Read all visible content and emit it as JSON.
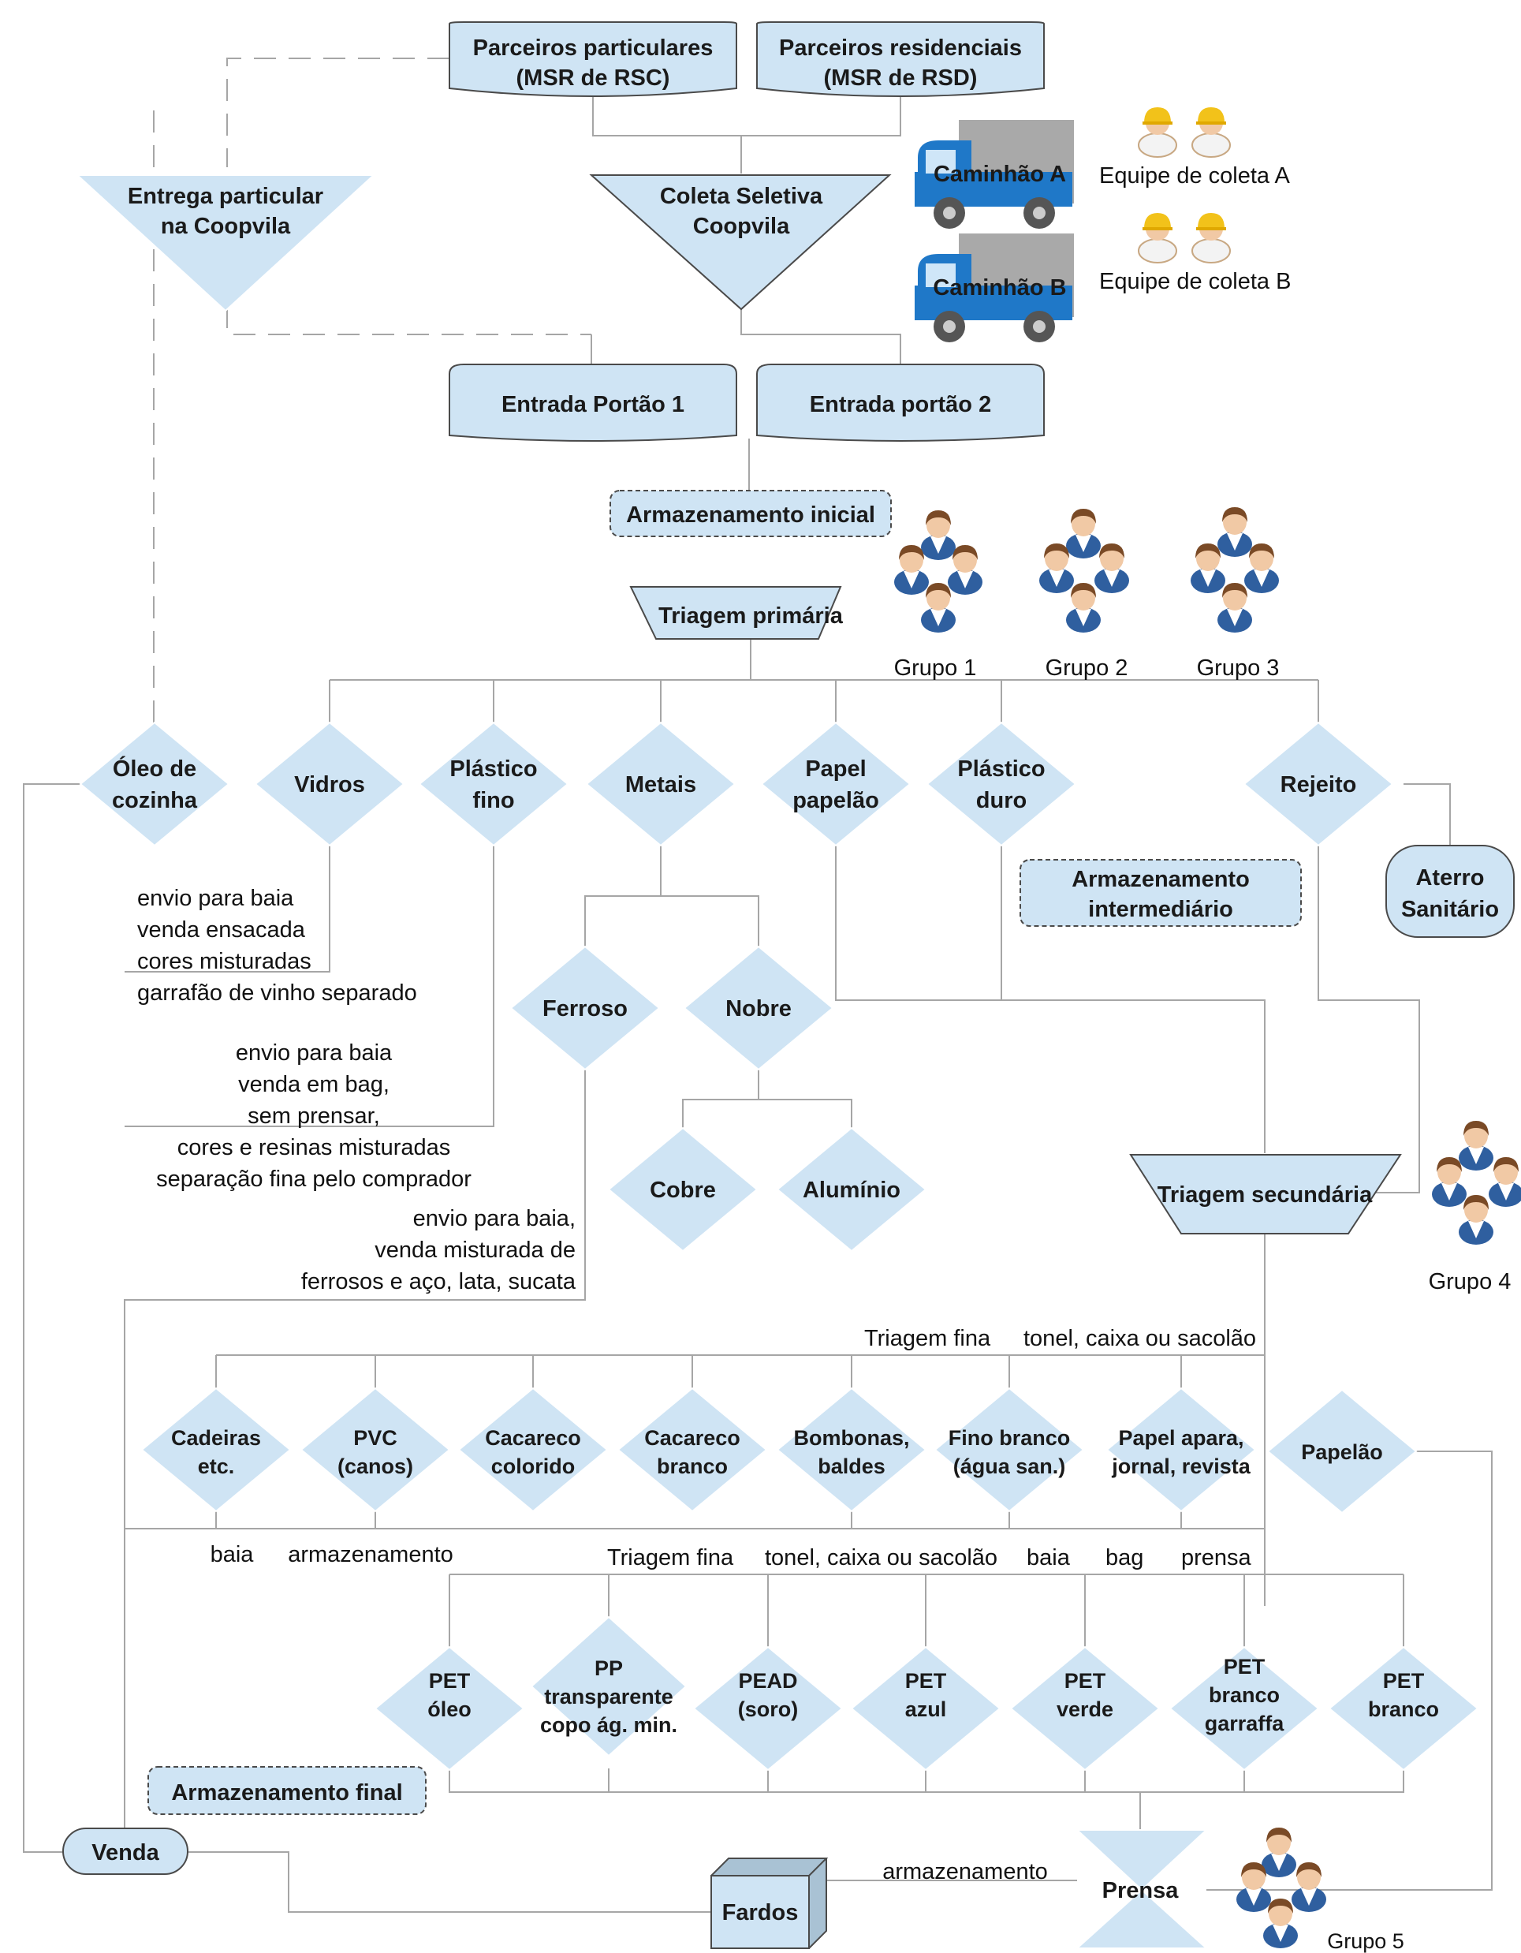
{
  "colors": {
    "shape_fill": "#cfe4f4",
    "stroke": "#4a4a4a",
    "connector": "#a6a6a6",
    "truck_blue": "#1f78c8",
    "truck_gray": "#a9a9a9"
  },
  "top": {
    "parceiros_particulares": [
      "Parceiros particulares",
      "(MSR de RSC)"
    ],
    "parceiros_residenciais": [
      "Parceiros residenciais",
      "(MSR de RSD)"
    ],
    "entrega_particular": [
      "Entrega particular",
      "na Coopvila"
    ],
    "coleta_seletiva": [
      "Coleta Seletiva",
      "Coopvila"
    ],
    "caminhao_a": "Caminhão A",
    "caminhao_b": "Caminhão B",
    "equipe_a": "Equipe de coleta A",
    "equipe_b": "Equipe de coleta B",
    "entrada_1": "Entrada Portão 1",
    "entrada_2": "Entrada portão 2",
    "armazenamento_inicial": "Armazenamento inicial",
    "triagem_primaria": "Triagem primária"
  },
  "groups": [
    "Grupo 1",
    "Grupo 2",
    "Grupo 3",
    "Grupo 4",
    "Grupo 5"
  ],
  "primary": {
    "oleo": [
      "Óleo de",
      "cozinha"
    ],
    "vidros": [
      "Vidros"
    ],
    "plastico_fino": [
      "Plástico",
      "fino"
    ],
    "metais": [
      "Metais"
    ],
    "papel": [
      "Papel",
      "papelão"
    ],
    "plastico_duro": [
      "Plástico",
      "duro"
    ],
    "rejeito": [
      "Rejeito"
    ],
    "aterro": [
      "Aterro",
      "Sanitário"
    ],
    "armazenamento_intermediario": [
      "Armazenamento",
      "intermediário"
    ]
  },
  "metais": {
    "ferroso": "Ferroso",
    "nobre": "Nobre",
    "cobre": "Cobre",
    "aluminio": "Alumínio"
  },
  "notes": {
    "vidros": [
      "envio para baia",
      "venda ensacada",
      "cores misturadas",
      "garrafão de vinho separado"
    ],
    "plastico_fino": [
      "envio para baia",
      "venda em bag,",
      "sem prensar,",
      "cores e resinas misturadas",
      "separação fina pelo comprador"
    ],
    "ferroso": [
      "envio para baia,",
      "venda misturada de",
      "ferrosos e aço, lata, sucata"
    ]
  },
  "triagem_secundaria": "Triagem secundária",
  "row1": {
    "header": [
      "Triagem fina",
      "tonel, caixa ou sacolão"
    ],
    "items": [
      [
        "Cadeiras",
        "etc."
      ],
      [
        "PVC",
        "(canos)"
      ],
      [
        "Cacareco",
        "colorido"
      ],
      [
        "Cacareco",
        "branco"
      ],
      [
        "Bombonas,",
        "baldes"
      ],
      [
        "Fino branco",
        "(água san.)"
      ],
      [
        "Papel apara,",
        "jornal, revista"
      ]
    ],
    "papelao": "Papelão",
    "footer": [
      "baia",
      "armazenamento"
    ]
  },
  "row2": {
    "header": [
      "Triagem fina",
      "tonel, caixa ou sacolão",
      "baia",
      "bag",
      "prensa"
    ],
    "items": [
      [
        "PET",
        "óleo"
      ],
      [
        "PP",
        "transparente",
        "copo ág. min."
      ],
      [
        "PEAD",
        "(soro)"
      ],
      [
        "PET",
        "azul"
      ],
      [
        "PET",
        "verde"
      ],
      [
        "PET",
        "branco",
        "garraffa"
      ],
      [
        "PET",
        "branco"
      ]
    ]
  },
  "bottom": {
    "armazenamento_final": "Armazenamento final",
    "venda": "Venda",
    "fardos": "Fardos",
    "armazenamento": "armazenamento",
    "prensa": "Prensa"
  }
}
